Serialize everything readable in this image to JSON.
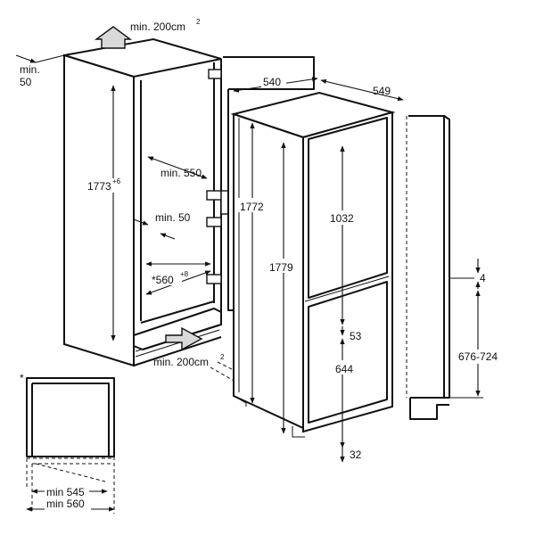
{
  "labels": {
    "top_vent": "min. 200cm",
    "top_vent_sup": "2",
    "bottom_vent": "min. 200cm",
    "bottom_vent_sup": "2",
    "min50_left_line1": "min.",
    "min50_left_line2": "50",
    "niche_height": "1773",
    "niche_height_sup": "+6",
    "min550": "min. 550",
    "min50_inner": "min. 50",
    "niche_width": "*560",
    "niche_width_sup": "+8",
    "depth_540": "540",
    "depth_549": "549",
    "height_1772": "1772",
    "height_1779": "1779",
    "upper_door_1032": "1032",
    "gap_53": "53",
    "lower_door_644": "644",
    "bottom_32": "32",
    "gap_4": "4",
    "range_676_724": "676-724",
    "asterisk": "*",
    "min545": "min 545",
    "min560": "min 560"
  },
  "colors": {
    "line": "#111111",
    "panel_grey": "#d9d9d9",
    "background": "#ffffff"
  }
}
